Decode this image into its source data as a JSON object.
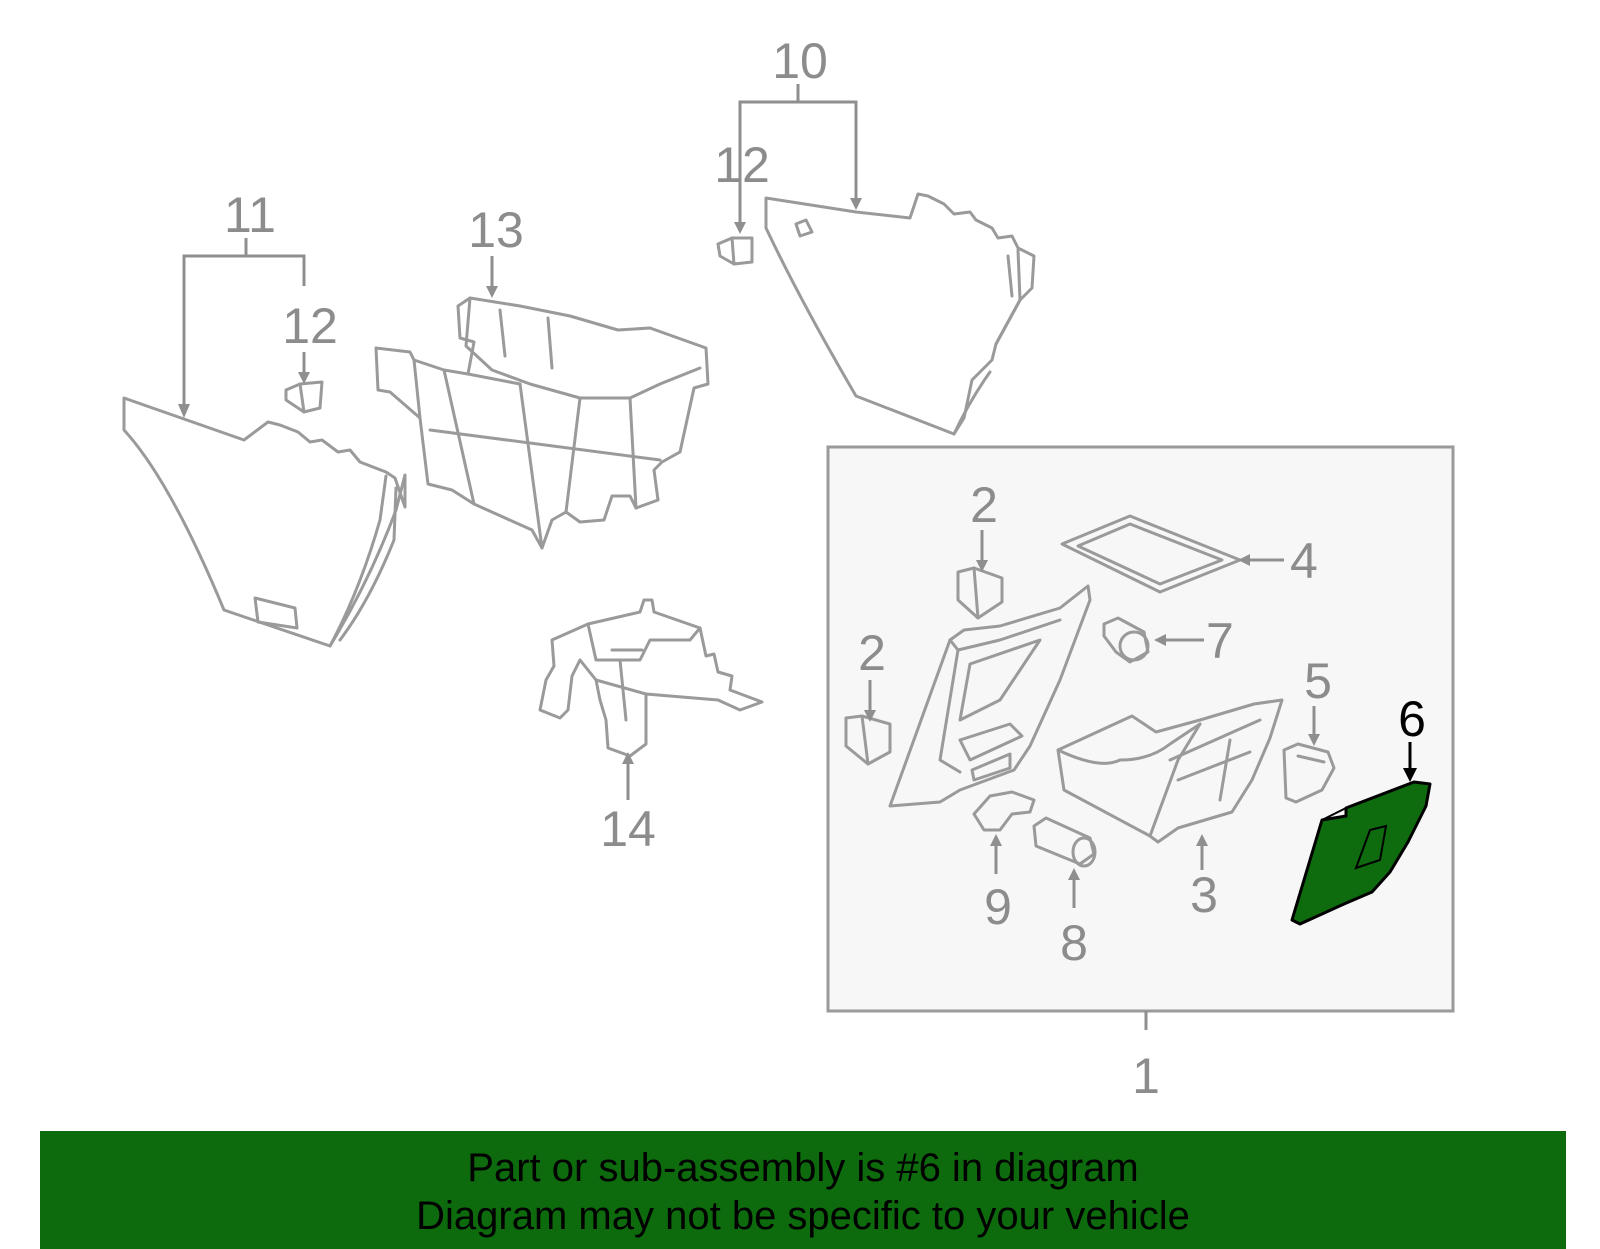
{
  "callouts": {
    "c1": "1",
    "c2a": "2",
    "c2b": "2",
    "c3": "3",
    "c4": "4",
    "c5": "5",
    "c6": "6",
    "c7": "7",
    "c8": "8",
    "c9": "9",
    "c10": "10",
    "c11": "11",
    "c12a": "12",
    "c12b": "12",
    "c13": "13",
    "c14": "14"
  },
  "highlighted_part": "6",
  "colors": {
    "highlight_fill": "#0e6b0e",
    "banner_bg": "#0d6b0d",
    "part_stroke": "#9a9a9a",
    "subassembly_box_bg": "#f7f7f7"
  },
  "banner": {
    "line1": "Part or sub-assembly is #6 in diagram",
    "line2": "Diagram may not be specific to your vehicle"
  }
}
